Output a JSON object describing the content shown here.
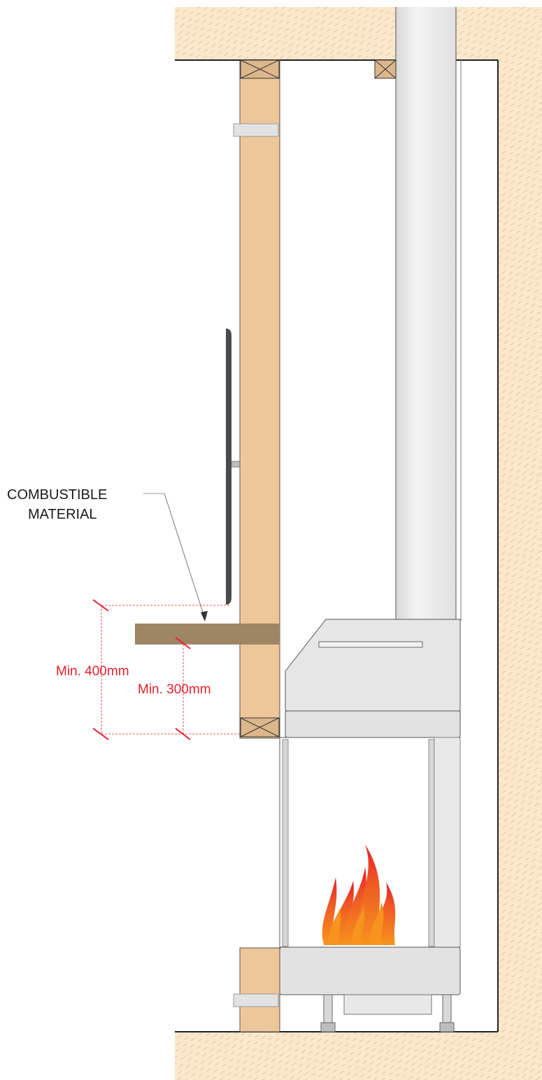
{
  "labels": {
    "combustible_line1": "COMBUSTIBLE",
    "combustible_line2": "MATERIAL",
    "min_400": "Min. 400mm",
    "min_300": "Min. 300mm"
  },
  "colors": {
    "wall_fill": "#fbe7cc",
    "hatch": "#e8cfa8",
    "stud": "#edc69a",
    "shelf": "#9e8563",
    "steel": "#e4e4e4",
    "steel_dark": "#cfcfcf",
    "flue": "#e6e6e6",
    "dimension": "#e8202a",
    "tv": "#4a4a4a",
    "outline": "#222222",
    "flame_outer": "#e8491d",
    "flame_inner": "#f7931e"
  }
}
